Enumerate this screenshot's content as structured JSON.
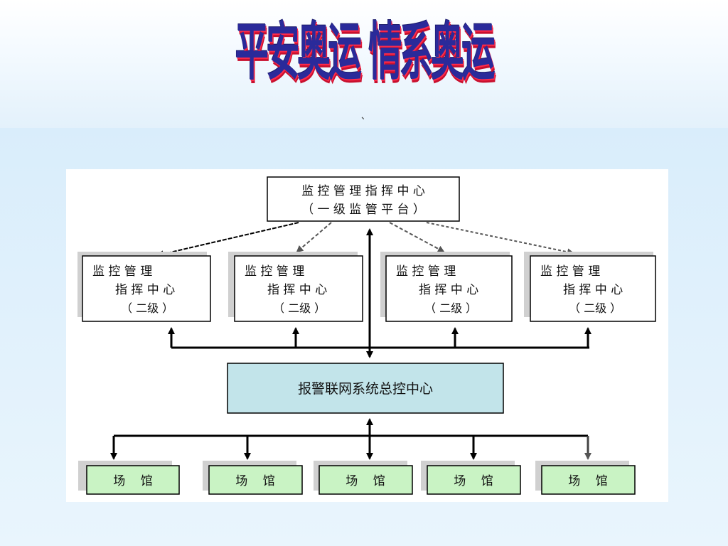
{
  "title": "平安奥运  情系奥运",
  "tick_mark": "、",
  "diagram": {
    "top_node": {
      "line1": "监 控 管 理 指 挥 中 心",
      "line2": "（ 一 级 监 管 平 台 ）"
    },
    "level2_nodes": [
      {
        "line1": "监 控 管 理",
        "line2": "指 挥 中 心",
        "line3": "（ 二级 ）"
      },
      {
        "line1": "监 控 管 理",
        "line2": "指 挥 中 心",
        "line3": "（ 二级 ）"
      },
      {
        "line1": "监 控 管 理",
        "line2": "指 挥 中 心",
        "line3": "（ 二级 ）"
      },
      {
        "line1": "监 控 管 理",
        "line2": "指 挥 中 心",
        "line3": "（ 二级 ）"
      }
    ],
    "center_node": {
      "label": "报警联网系统总控中心",
      "color": "#c2e4ea"
    },
    "venue_nodes": [
      {
        "label": "场    馆"
      },
      {
        "label": "场    馆"
      },
      {
        "label": "场    馆"
      },
      {
        "label": "场    馆"
      },
      {
        "label": "场    馆"
      }
    ],
    "venue_color": "#c9f3c4"
  }
}
